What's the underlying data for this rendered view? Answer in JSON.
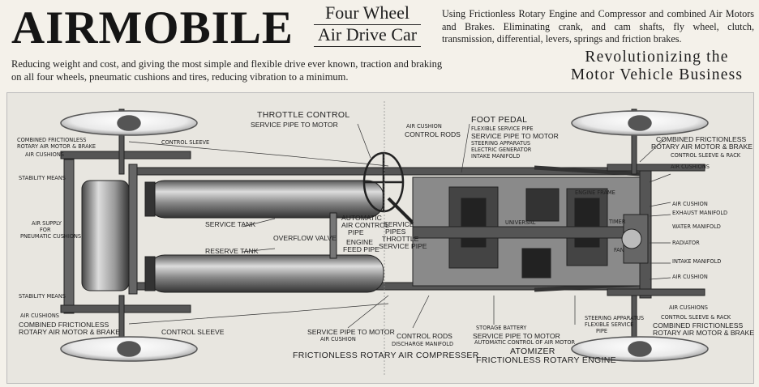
{
  "header": {
    "title": "AIRMOBILE",
    "subtitle_line1": "Four Wheel",
    "subtitle_line2": "Air Drive Car",
    "intro_text": "Using Frictionless Rotary Engine and Compressor and combined Air Motors and Brakes. Eliminating crank, and cam shafts, fly wheel, clutch, transmission, differential, levers, springs and friction brakes.",
    "reducing_text_line1": "Reducing weight and cost, and giving the most simple and flexible drive ever known, traction and braking",
    "reducing_text_line2": "on all four wheels, pneumatic cushions and tires, reducing vibration to a minimum.",
    "revolution_line1": "Revolutionizing the",
    "revolution_line2": "Motor Vehicle Business"
  },
  "diagram": {
    "labels": {
      "throttle_control": "THROTTLE CONTROL",
      "service_pipe_to_motor_top": "SERVICE PIPE TO MOTOR",
      "combined_brake_tl_1": "COMBINED FRICTIONLESS",
      "combined_brake_tl_2": "ROTARY AIR MOTOR & BRAKE",
      "control_sleeve_tl": "CONTROL SLEEVE",
      "air_cushions_tl": "AIR CUSHIONS",
      "stability_means_top": "STABILITY MEANS",
      "air_supply_1": "AIR SUPPLY",
      "air_supply_2": "FOR",
      "air_supply_3": "PNEUMATIC CUSHIONS",
      "service_tank": "SERVICE TANK",
      "reserve_tank": "RESERVE TANK",
      "overflow_valve": "OVERFLOW VALVE",
      "automatic_air_control_1": "AUTOMATIC",
      "automatic_air_control_2": "AIR CONTROL",
      "automatic_air_control_3": "PIPE",
      "engine_feed_pipe_1": "ENGINE",
      "engine_feed_pipe_2": "FEED PIPE",
      "service_pipes_1": "SERVICE",
      "service_pipes_2": "PIPES",
      "service_pipes_3": "THROTTLE",
      "service_pipes_4": "SERVICE PIPE",
      "air_cushion_top": "AIR CUSHION",
      "control_rods_top": "CONTROL RODS",
      "foot_pedal": "FOOT PEDAL",
      "flexible_service_pipe": "FLEXIBLE SERVICE PIPE",
      "service_pipe_to_motor_fp": "SERVICE PIPE TO MOTOR",
      "steering_apparatus_top": "STEERING APPARATUS",
      "electric_generator": "ELECTRIC GENERATOR",
      "intake_manifold_top": "INTAKE MANIFOLD",
      "engine_frame": "ENGINE FRAME",
      "universal": "UNIVERSAL",
      "timer": "TIMER",
      "fan": "FAN",
      "combined_brake_tr_1": "COMBINED FRICTIONLESS",
      "combined_brake_tr_2": "ROTARY AIR MOTOR & BRAKE",
      "control_sleeve_rack_tr": "CONTROL SLEEVE & RACK",
      "air_cushions_tr": "AIR CUSHIONS",
      "air_cushion_r": "AIR CUSHION",
      "exhaust_manifold": "EXHAUST MANIFOLD",
      "water_manifold": "WATER MANIFOLD",
      "radiator": "RADIATOR",
      "intake_manifold_r": "INTAKE MANIFOLD",
      "air_cushion_r2": "AIR CUSHION",
      "stability_means_bottom": "STABILITY MEANS",
      "air_cushions_bl": "AIR CUSHIONS",
      "combined_brake_bl_1": "COMBINED FRICTIONLESS",
      "combined_brake_bl_2": "ROTARY AIR MOTOR & BRAKE",
      "control_sleeve_bl": "CONTROL SLEEVE",
      "service_pipe_to_motor_bottom": "SERVICE PIPE TO MOTOR",
      "air_cushion_bottom": "AIR CUSHION",
      "control_rods_bottom": "CONTROL RODS",
      "discharge_manifold": "DISCHARGE MANIFOLD",
      "storage_battery": "STORAGE BATTERY",
      "service_pipe_to_motor_b2": "SERVICE PIPE TO MOTOR",
      "automatic_control": "AUTOMATIC CONTROL OF AIR MOTOR",
      "atomizer": "ATOMIZER",
      "frictionless_rotary_engine": "FRICTIONLESS ROTARY ENGINE",
      "frictionless_rotary_compressor": "FRICTIONLESS ROTARY AIR COMPRESSER",
      "air_cushions_br": "AIR CUSHIONS",
      "steering_apparatus_bottom_1": "STEERING APPARATUS",
      "steering_apparatus_bottom_2": "FLEXIBLE SERVICE",
      "steering_apparatus_bottom_3": "PIPE",
      "control_sleeve_rack_br": "CONTROL SLEEVE & RACK",
      "combined_brake_br_1": "COMBINED FRICTIONLESS",
      "combined_brake_br_2": "ROTARY AIR MOTOR & BRAKE"
    }
  }
}
